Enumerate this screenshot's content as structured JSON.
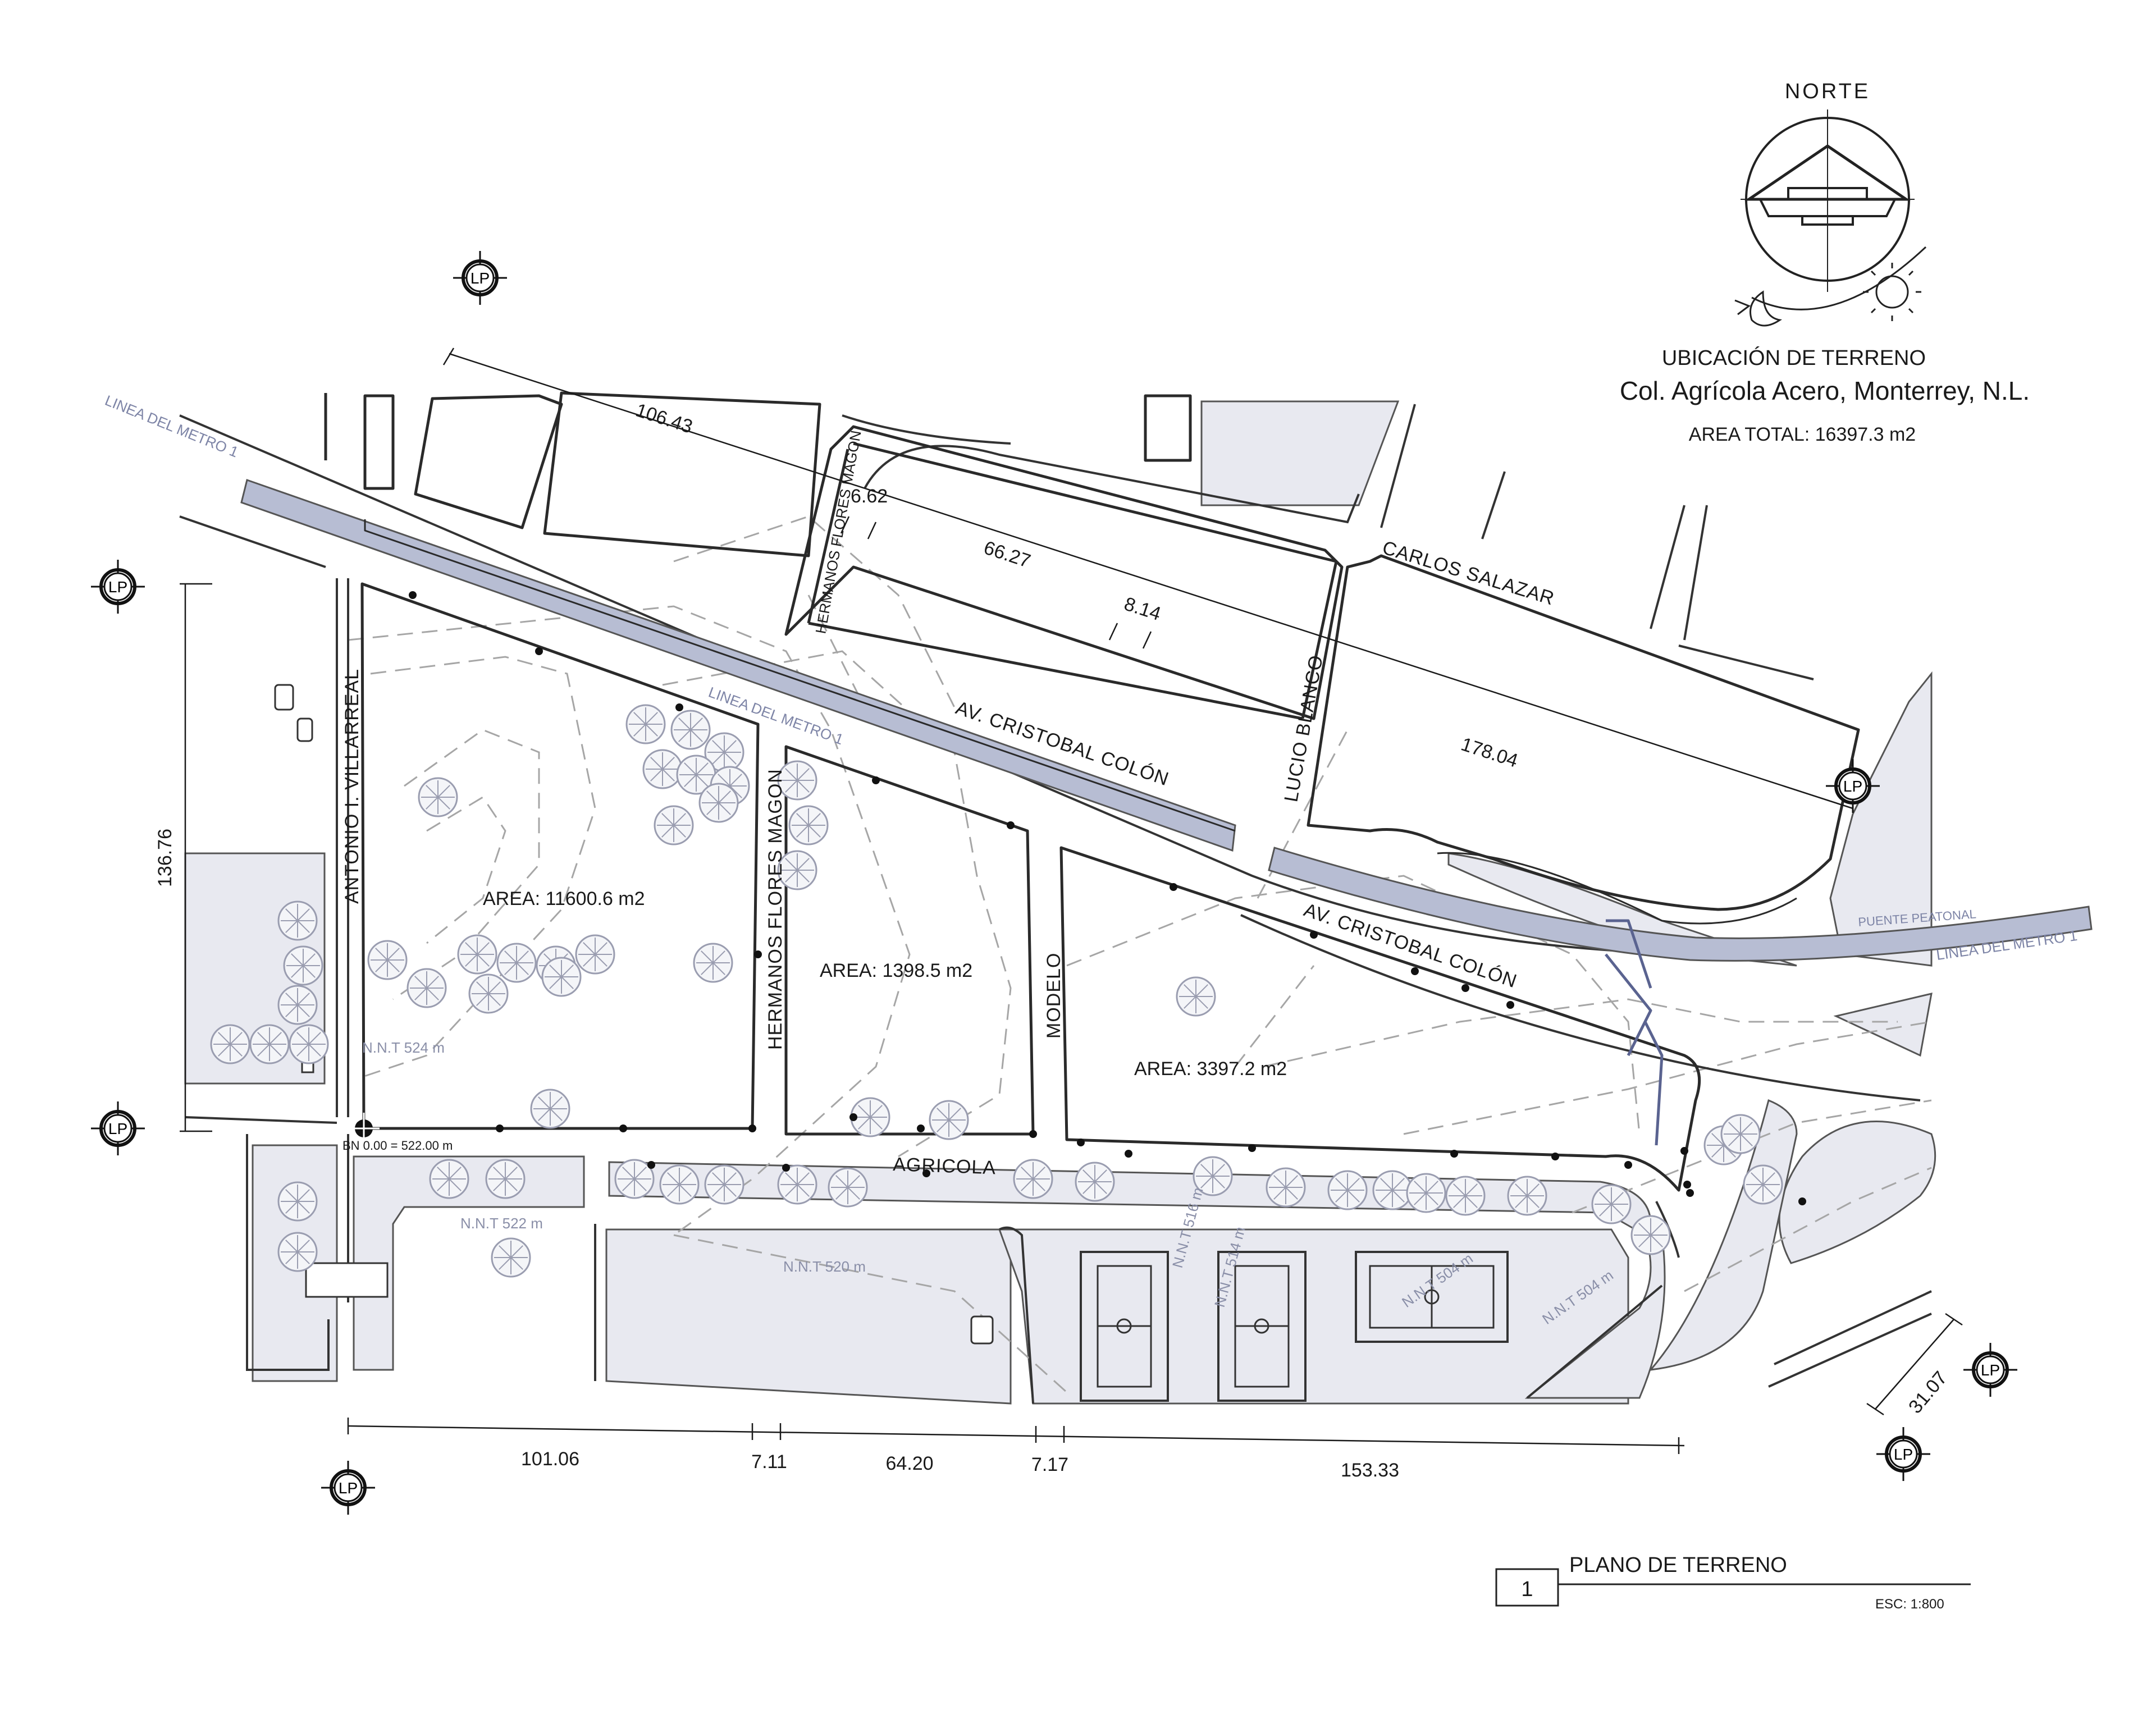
{
  "header": {
    "north_label": "NORTE",
    "location_title": "UBICACIÓN DE TERRENO",
    "location_subtitle": "Col. Agrícola Acero, Monterrey, N.L.",
    "area_total": "AREA TOTAL:  16397.3 m2"
  },
  "streets": {
    "hermanos_flores_magon_top": "HERMANOS FLORES MAGON",
    "carlos_salazar": "CARLOS SALAZAR",
    "av_cristobal_colon_1": "AV. CRISTOBAL COLÓN",
    "av_cristobal_colon_2": "AV. CRISTOBAL COLÓN",
    "lucio_blanco": "LUCIO BLANCO",
    "antonio_villarreal": "ANTONIO I. VILLARREAL",
    "hermanos_flores_magon_mid": "HERMANOS FLORES MAGON",
    "modelo": "MODELO",
    "agricola": "AGRICOLA",
    "puente_peatonal": "PUENTE PEATONAL"
  },
  "metro": {
    "label_1": "LINEA DEL METRO 1",
    "label_2": "LINEA DEL METRO 1",
    "label_3": "LINEA DEL METRO 1"
  },
  "areas": {
    "a1": "AREA: 11600.6 m2",
    "a2": "AREA: 1398.5 m2",
    "a3": "AREA: 3397.2 m2"
  },
  "levels": {
    "nnt_524": "N.N.T 524 m",
    "nnt_522": "N.N.T 522 m",
    "nnt_520": "N.N.T 520 m",
    "nnt_516": "N.N.T 516 m",
    "nnt_514": "N.N.T 514 m",
    "nnt_504_a": "N.N.T 504 m",
    "nnt_504_b": "N.N.T 504 m",
    "bench_mark": "BN  0.00  =  522.00  m"
  },
  "dimensions": {
    "d106": "106.43",
    "d6": "6.62",
    "d66": "66.27",
    "d8": "8.14",
    "d178": "178.04",
    "d136": "136.76",
    "d101": "101.06",
    "d7a": "7.11",
    "d64": "64.20",
    "d7b": "7.17",
    "d153": "153.33",
    "d31": "31.07"
  },
  "markers": {
    "lp": "LP"
  },
  "title_block": {
    "number": "1",
    "title": "PLANO DE TERRENO",
    "scale": "ESC: 1:800"
  },
  "colors": {
    "zone_fill": "#e8e9f0",
    "metro_line": "#b7bdd3",
    "metro_text": "#7d84a6",
    "line": "#2a2a2a"
  }
}
